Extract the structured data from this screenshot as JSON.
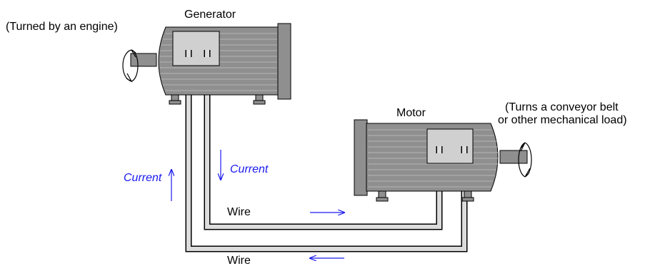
{
  "labels": {
    "generator": "Generator",
    "generator_note": "(Turned by an engine)",
    "motor": "Motor",
    "motor_note_line1": "(Turns a conveyor belt",
    "motor_note_line2": "or other mechanical load)",
    "current_left": "Current",
    "current_right": "Current",
    "wire_top": "Wire",
    "wire_bottom": "Wire"
  },
  "colors": {
    "machine_body": "#8f8f8f",
    "machine_stripe": "#b4b4b4",
    "terminal_box": "#d0d0d0",
    "wire": "#dcdcdc",
    "current_arrow": "#1a1aee",
    "outline": "#000000"
  },
  "icons": {
    "generator_rotation": "rotation-arrow-icon",
    "motor_rotation": "rotation-arrow-icon"
  }
}
